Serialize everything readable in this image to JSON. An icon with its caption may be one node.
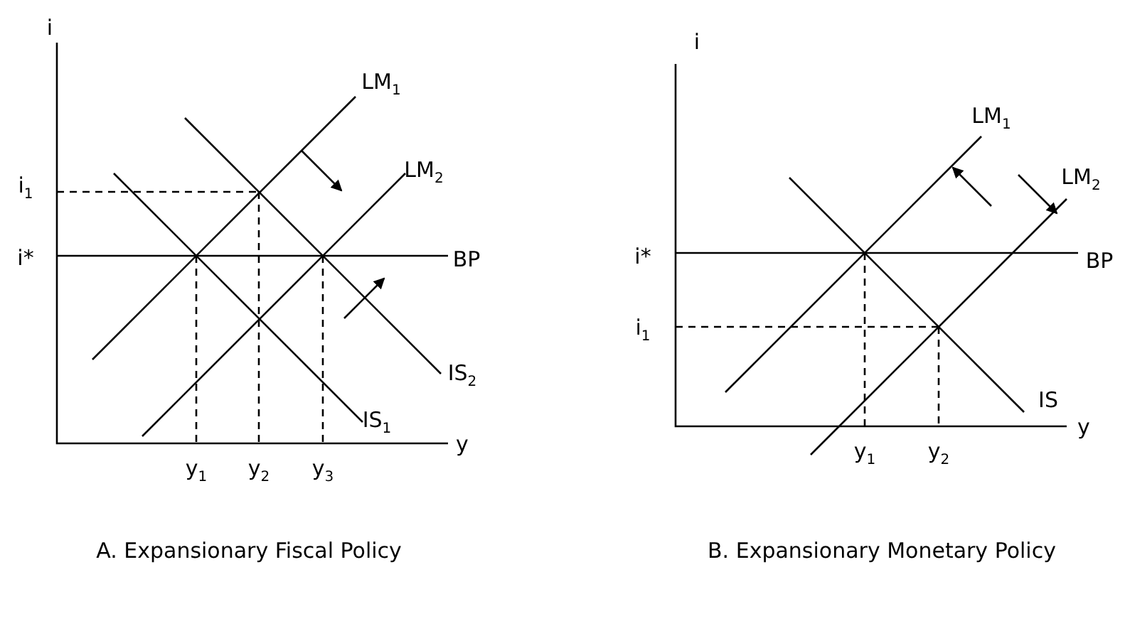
{
  "diagram": {
    "labels": [
      "i",
      "LM$_{1}$",
      "i$_{1}$",
      "LM$_{2}$",
      "i*",
      "BP",
      "IS$_{2}$",
      "IS$_{1}$",
      "y",
      "y$_{1}$",
      "y$_{2}$",
      "y$_{3}$",
      "i",
      "LM$_{1}$",
      "LM$_{2}$",
      "i*",
      "BP",
      "i$_{1}$",
      "IS",
      "y",
      "y$_{1}$",
      "y$_{2}$",
      "A. Expansionary Fiscal Policy",
      "B. Expansionary Monetary Policy"
    ]
  }
}
